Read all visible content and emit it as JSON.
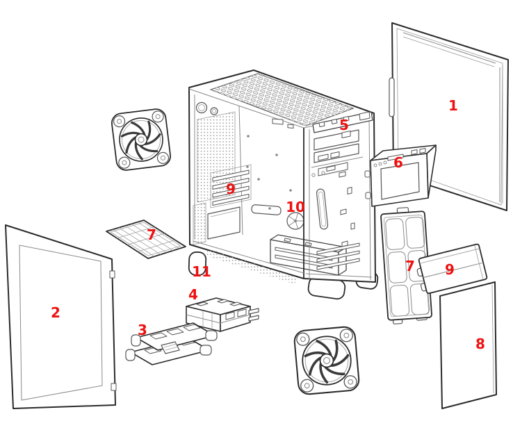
{
  "figure": {
    "kind": "exploded-parts-diagram",
    "subject": "desktop-tower-chassis",
    "colors": {
      "background": "#ffffff",
      "line": "#2a2a2a",
      "detail": "#8a8a8a",
      "label": "#ee1111"
    }
  },
  "callouts": [
    {
      "text": "1",
      "part": "side-panel"
    },
    {
      "text": "2",
      "part": "side-panel-left"
    },
    {
      "text": "3",
      "part": "drive-tray-stack"
    },
    {
      "text": "4",
      "part": "drive-adapter-stack"
    },
    {
      "text": "5",
      "part": "front-top-bay-latch"
    },
    {
      "text": "6",
      "part": "bay-bracket"
    },
    {
      "text": "7",
      "part": "bottom-dust-filter"
    },
    {
      "text": "7",
      "part": "front-dust-filter"
    },
    {
      "text": "8",
      "part": "front-panel"
    },
    {
      "text": "9",
      "part": "expansion-slot-covers"
    },
    {
      "text": "9",
      "part": "slot-bracket"
    },
    {
      "text": "10",
      "part": "chassis-interior"
    },
    {
      "text": "11",
      "part": "front-foot"
    }
  ]
}
